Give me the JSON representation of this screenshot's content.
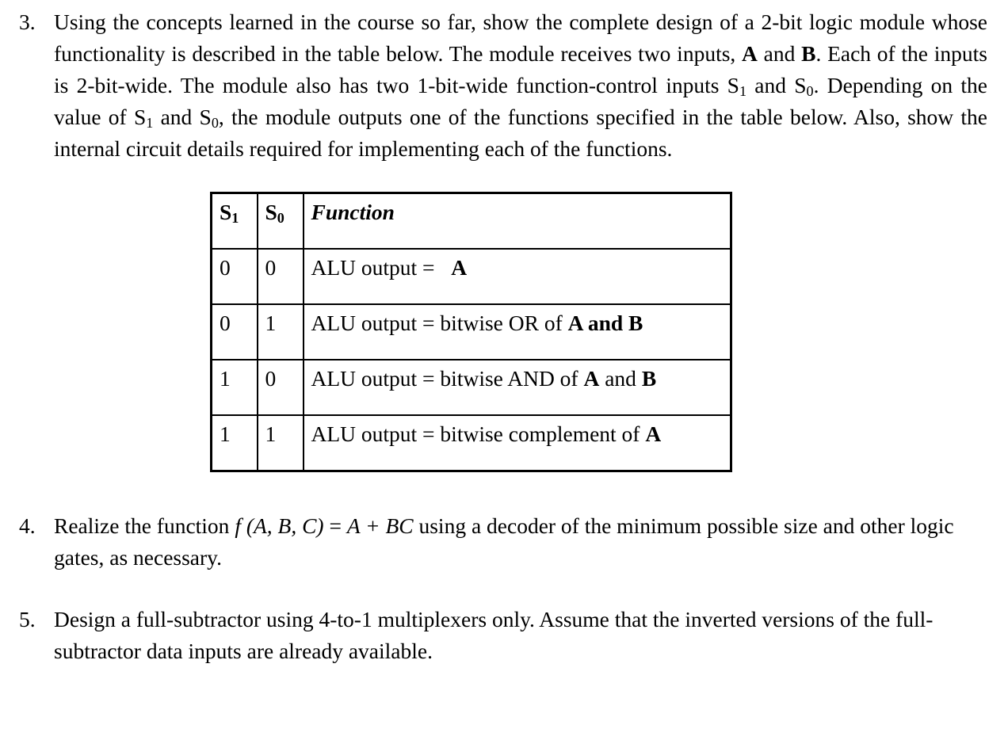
{
  "document": {
    "type": "homework-questions",
    "font_color": "#000000",
    "background": "#ffffff"
  },
  "questions": [
    {
      "number": "3.",
      "text_parts": [
        {
          "text": "Using the concepts learned in the course so far, show the complete design of a 2-bit logic module whose functionality is described in the table below. The module receives two inputs, ",
          "style": "regular"
        },
        {
          "text": "A",
          "style": "bold"
        },
        {
          "text": " and ",
          "style": "regular"
        },
        {
          "text": "B",
          "style": "bold"
        },
        {
          "text": ". Each of the inputs is 2-bit-wide. The module also has two 1-bit-wide function-control inputs S",
          "style": "regular"
        },
        {
          "text": "1",
          "style": "subscript"
        },
        {
          "text": " and S",
          "style": "regular"
        },
        {
          "text": "0",
          "style": "subscript"
        },
        {
          "text": ". Depending on the value of S",
          "style": "regular"
        },
        {
          "text": "1",
          "style": "subscript"
        },
        {
          "text": " and S",
          "style": "regular"
        },
        {
          "text": "0",
          "style": "subscript"
        },
        {
          "text": ", the module outputs one of the functions specified in the table below. Also, show the internal circuit details required for implementing each of the functions.",
          "style": "regular"
        }
      ],
      "plain_text": "Using the concepts learned in the course so far, show the complete design of a 2-bit logic module whose functionality is described in the table below. The module receives two inputs, A and B. Each of the inputs is 2-bit-wide. The module also has two 1-bit-wide function-control inputs S1 and S0. Depending on the value of S1 and S0, the module outputs one of the functions specified in the table below. Also, show the internal circuit details required for implementing each of the functions."
    },
    {
      "number": "4.",
      "plain_text": "Realize the function f (A, B, C) = A + BC using a decoder of the minimum possible size and other logic gates, as necessary.",
      "segments": {
        "lead": "Realize the function ",
        "formula_f": "f",
        "formula_args": " (A, B, C)",
        "formula_eq": " = ",
        "formula_rhs": "A + BC",
        "tail": " using a decoder of the minimum possible size and other logic gates, as necessary."
      }
    },
    {
      "number": "5.",
      "plain_text": "Design a full-subtractor using 4-to-1 multiplexers only. Assume that the inverted versions of the full-subtractor data inputs are already available."
    }
  ],
  "function_table": {
    "headers": {
      "s1": "S",
      "s1_sub": "1",
      "s0": "S",
      "s0_sub": "0",
      "function": "Function"
    },
    "rows": [
      {
        "s1": "0",
        "s0": "0",
        "function_plain": "ALU output =   A",
        "function_parts": [
          {
            "text": "ALU output = ",
            "style": "regular"
          },
          {
            "text": "  ",
            "style": "space"
          },
          {
            "text": "A",
            "style": "bold"
          }
        ]
      },
      {
        "s1": "0",
        "s0": "1",
        "function_plain": "ALU output = bitwise OR of A and B",
        "function_parts": [
          {
            "text": "ALU output = bitwise OR of ",
            "style": "regular"
          },
          {
            "text": "A and B",
            "style": "bold"
          }
        ]
      },
      {
        "s1": "1",
        "s0": "0",
        "function_plain": "ALU output = bitwise AND of A and B",
        "function_parts": [
          {
            "text": "ALU output = bitwise AND of ",
            "style": "regular"
          },
          {
            "text": "A",
            "style": "bold"
          },
          {
            "text": " and ",
            "style": "regular"
          },
          {
            "text": "B",
            "style": "bold"
          }
        ]
      },
      {
        "s1": "1",
        "s0": "1",
        "function_plain": "ALU output = bitwise complement of A",
        "function_parts": [
          {
            "text": "ALU output = bitwise complement of ",
            "style": "regular"
          },
          {
            "text": "A",
            "style": "bold"
          }
        ]
      }
    ]
  }
}
